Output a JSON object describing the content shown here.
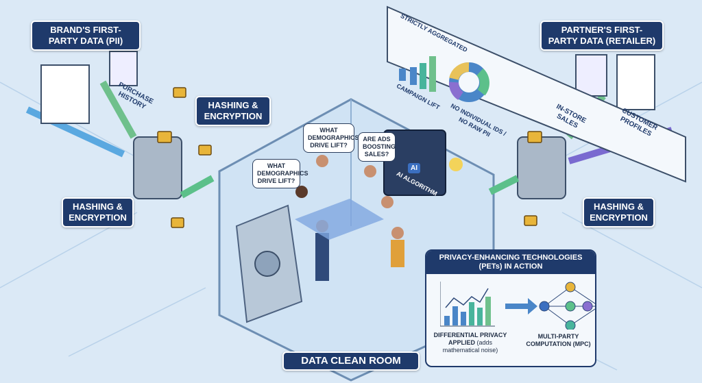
{
  "labels": {
    "brand_data": "BRAND'S FIRST-PARTY DATA (PII)",
    "partner_data": "PARTNER'S FIRST-PARTY DATA (RETAILER)",
    "hashing_top_left": "HASHING & ENCRYPTION",
    "hashing_bottom_left": "HASHING & ENCRYPTION",
    "hashing_right": "HASHING & ENCRYPTION",
    "data_clean_room": "DATA CLEAN ROOM"
  },
  "icons_text": {
    "purchase_history": "PURCHASE HISTORY",
    "in_store_sales": "IN-STORE SALES",
    "customer_profiles": "CUSTOMER PROFILES"
  },
  "dashboard": {
    "header": "STRICTLY AGGREGATED",
    "chart_caption": "CAMPAIGN LIFT",
    "donut_caption": "NO INDIVIDUAL IDS / NO RAW PII"
  },
  "bubbles": [
    "WHAT DEMOGRAPHICS DRIVE LIFT?",
    "WHAT DEMOGRAPHICS DRIVE LIFT?",
    "ARE ADS BOOSTING SALES?"
  ],
  "ai": {
    "badge": "AI",
    "label": "AI ALGORITHM"
  },
  "pets": {
    "title": "PRIVACY-ENHANCING TECHNOLOGIES (PETs) IN ACTION",
    "dp_title": "DIFFERENTIAL PRIVACY APPLIED",
    "dp_note": "(adds mathematical noise)",
    "mpc": "MULTI-PARTY COMPUTATION (MPC)"
  },
  "colors": {
    "navy": "#1f3a6b",
    "green": "#5cc08a",
    "blue": "#4a86c8"
  }
}
